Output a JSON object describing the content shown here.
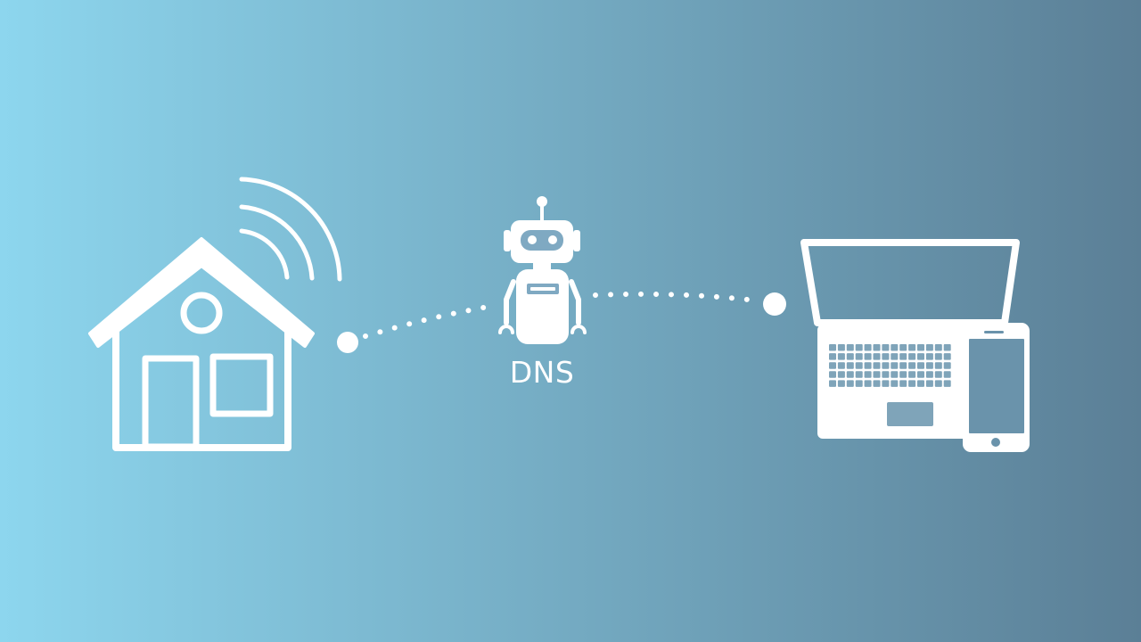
{
  "diagram": {
    "label": "DNS",
    "nodes": [
      {
        "id": "home",
        "icon": "house-wifi-icon"
      },
      {
        "id": "dns",
        "icon": "robot-icon"
      },
      {
        "id": "devices",
        "icon": "laptop-phone-icon"
      }
    ],
    "edges": [
      {
        "from": "home",
        "to": "dns",
        "style": "dotted"
      },
      {
        "from": "dns",
        "to": "devices",
        "style": "dotted"
      }
    ]
  },
  "colors": {
    "gradient_start": "#8dd6ee",
    "gradient_end": "#5b7f96",
    "foreground": "#ffffff"
  }
}
